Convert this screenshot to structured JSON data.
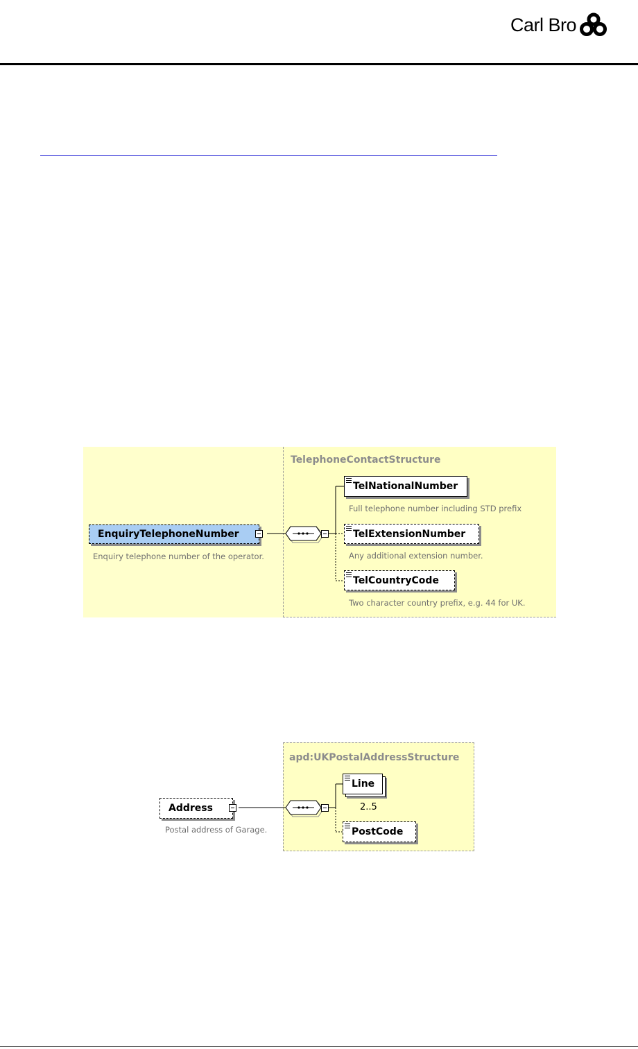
{
  "header": {
    "logo_text": "Carl Bro"
  },
  "telephone_diagram": {
    "structure_title": "TelephoneContactStructure",
    "root": {
      "name": "EnquiryTelephoneNumber",
      "description": "Enquiry telephone number of the operator."
    },
    "children": [
      {
        "name": "TelNationalNumber",
        "description": "Full telephone number including STD prefix",
        "optional": false
      },
      {
        "name": "TelExtensionNumber",
        "description": "Any additional extension number.",
        "optional": true
      },
      {
        "name": "TelCountryCode",
        "description": "Two character country prefix, e.g. 44 for UK.",
        "optional": true
      }
    ]
  },
  "address_diagram": {
    "structure_title": "apd:UKPostalAddressStructure",
    "root": {
      "name": "Address",
      "description": "Postal address of Garage."
    },
    "children": [
      {
        "name": "Line",
        "occurrence": "2..5",
        "optional": false
      },
      {
        "name": "PostCode",
        "optional": true
      }
    ]
  },
  "colors": {
    "selected": "#a9cdf3",
    "diagram_background": "#ffffcc",
    "link": "#2a2ad6"
  }
}
